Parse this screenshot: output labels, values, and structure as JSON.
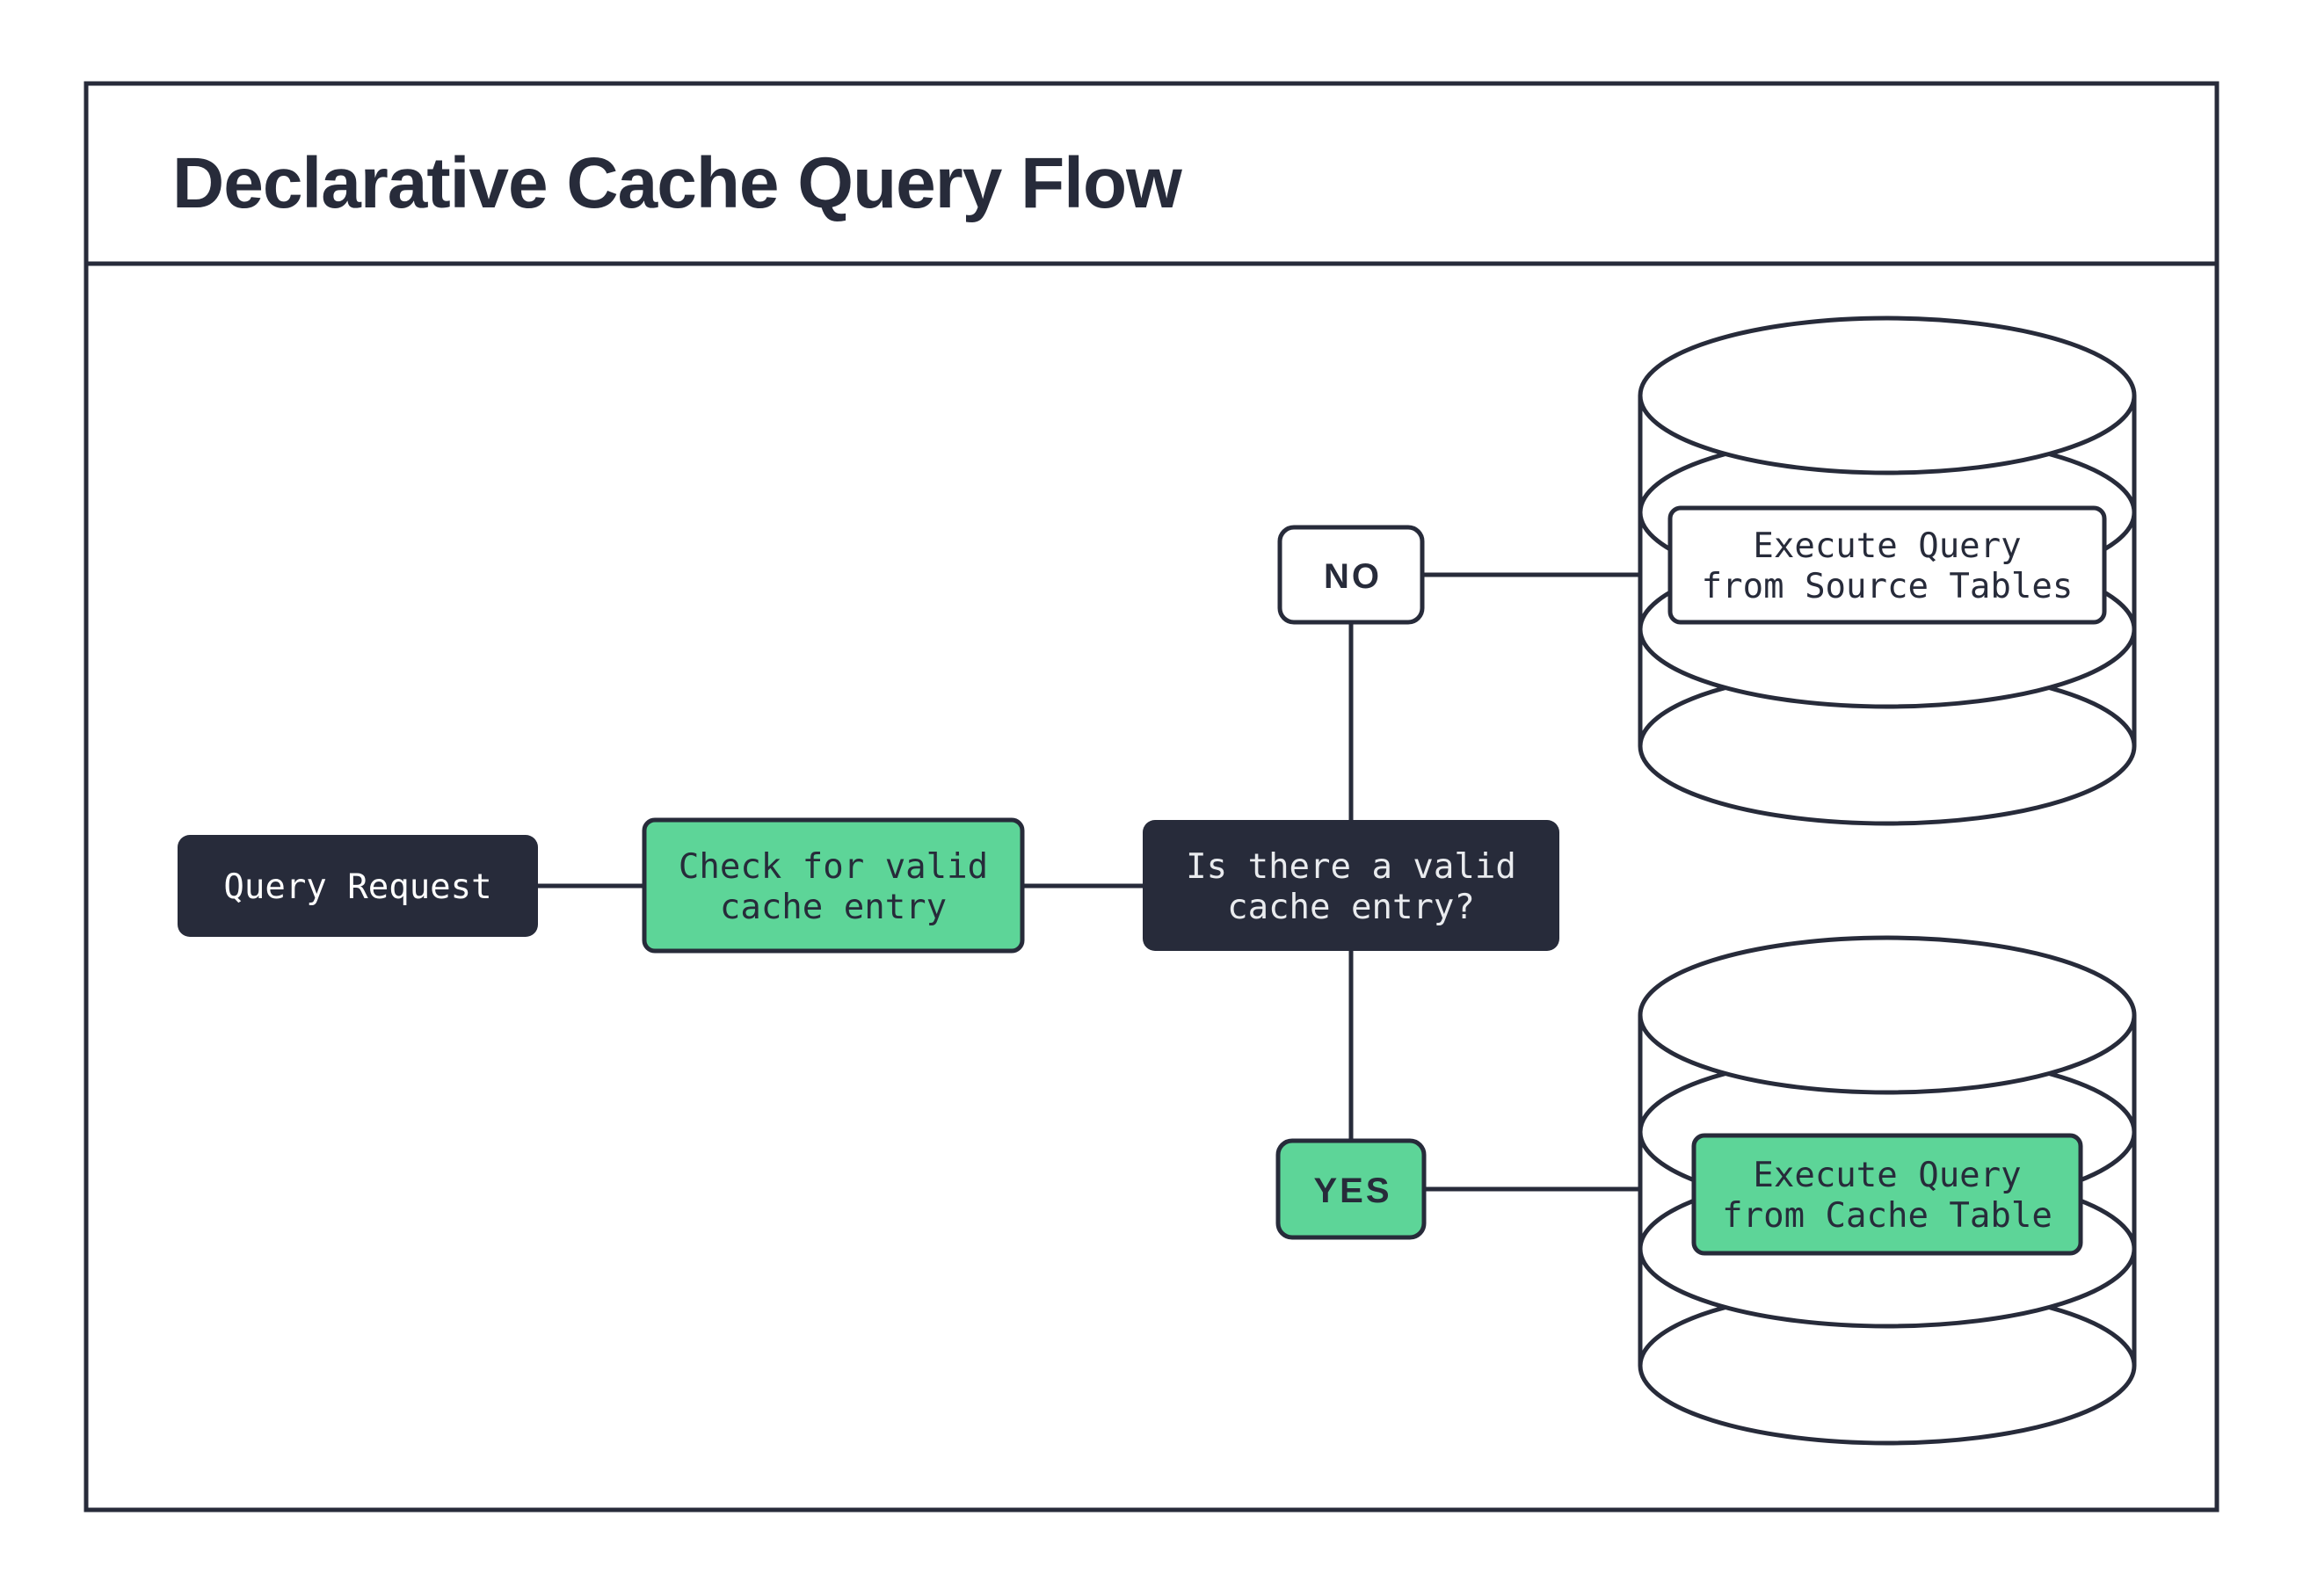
{
  "title": "Declarative Cache Query Flow",
  "colors": {
    "ink": "#272b3a",
    "green": "#5dd598",
    "paper": "#ffffff",
    "light": "#e9ebee"
  },
  "nodes": {
    "query_request": {
      "label": "Query Request"
    },
    "check_cache": {
      "line1": "Check for valid",
      "line2": "cache entry"
    },
    "cache_question": {
      "line1": "Is there a valid",
      "line2": "cache entry?"
    },
    "no_branch": {
      "label": "NO"
    },
    "yes_branch": {
      "label": "YES"
    },
    "source_db": {
      "line1": "Execute Query",
      "line2": "from Source Tables"
    },
    "cache_db": {
      "line1": "Execute Query",
      "line2": "from Cache Table"
    }
  }
}
